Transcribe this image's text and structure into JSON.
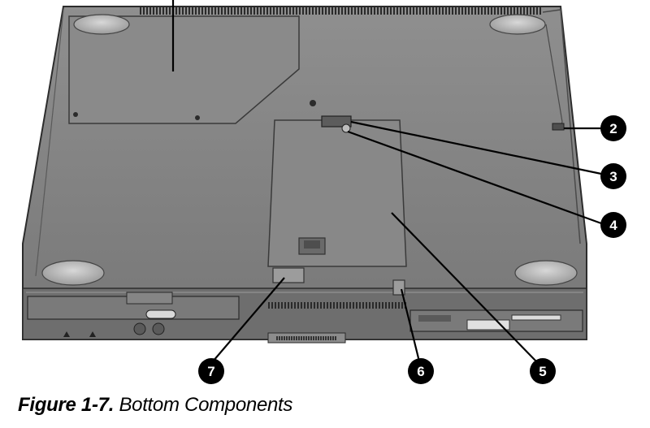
{
  "figure": {
    "callouts": [
      "2",
      "3",
      "4",
      "5",
      "6",
      "7"
    ]
  },
  "caption": {
    "label": "Figure 1-7.",
    "text": "Bottom Components"
  }
}
